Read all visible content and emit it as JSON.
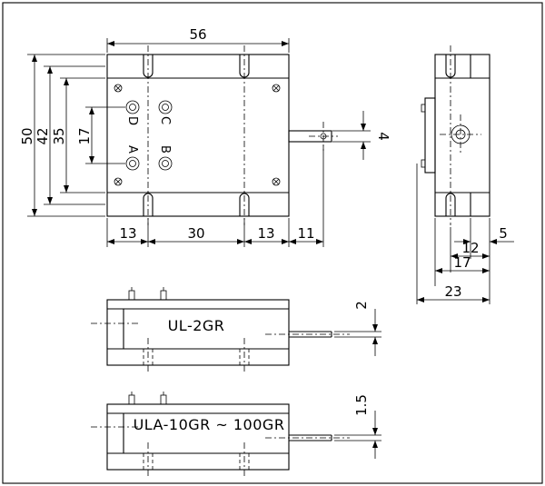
{
  "dimensions": {
    "width": "56",
    "height_overall": "50",
    "height_42": "42",
    "height_35": "35",
    "height_17": "17",
    "seg_13_left": "13",
    "seg_30": "30",
    "seg_13_right": "13",
    "shaft_11": "11",
    "shaft_4": "4",
    "side_5": "5",
    "side_12": "12",
    "side_17": "17",
    "side_23": "23",
    "model1_thick": "2",
    "model2_thick": "1.5"
  },
  "terminals": [
    "D",
    "C",
    "A",
    "B"
  ],
  "models": [
    "UL-2GR",
    "ULA-10GR ~ 100GR"
  ]
}
